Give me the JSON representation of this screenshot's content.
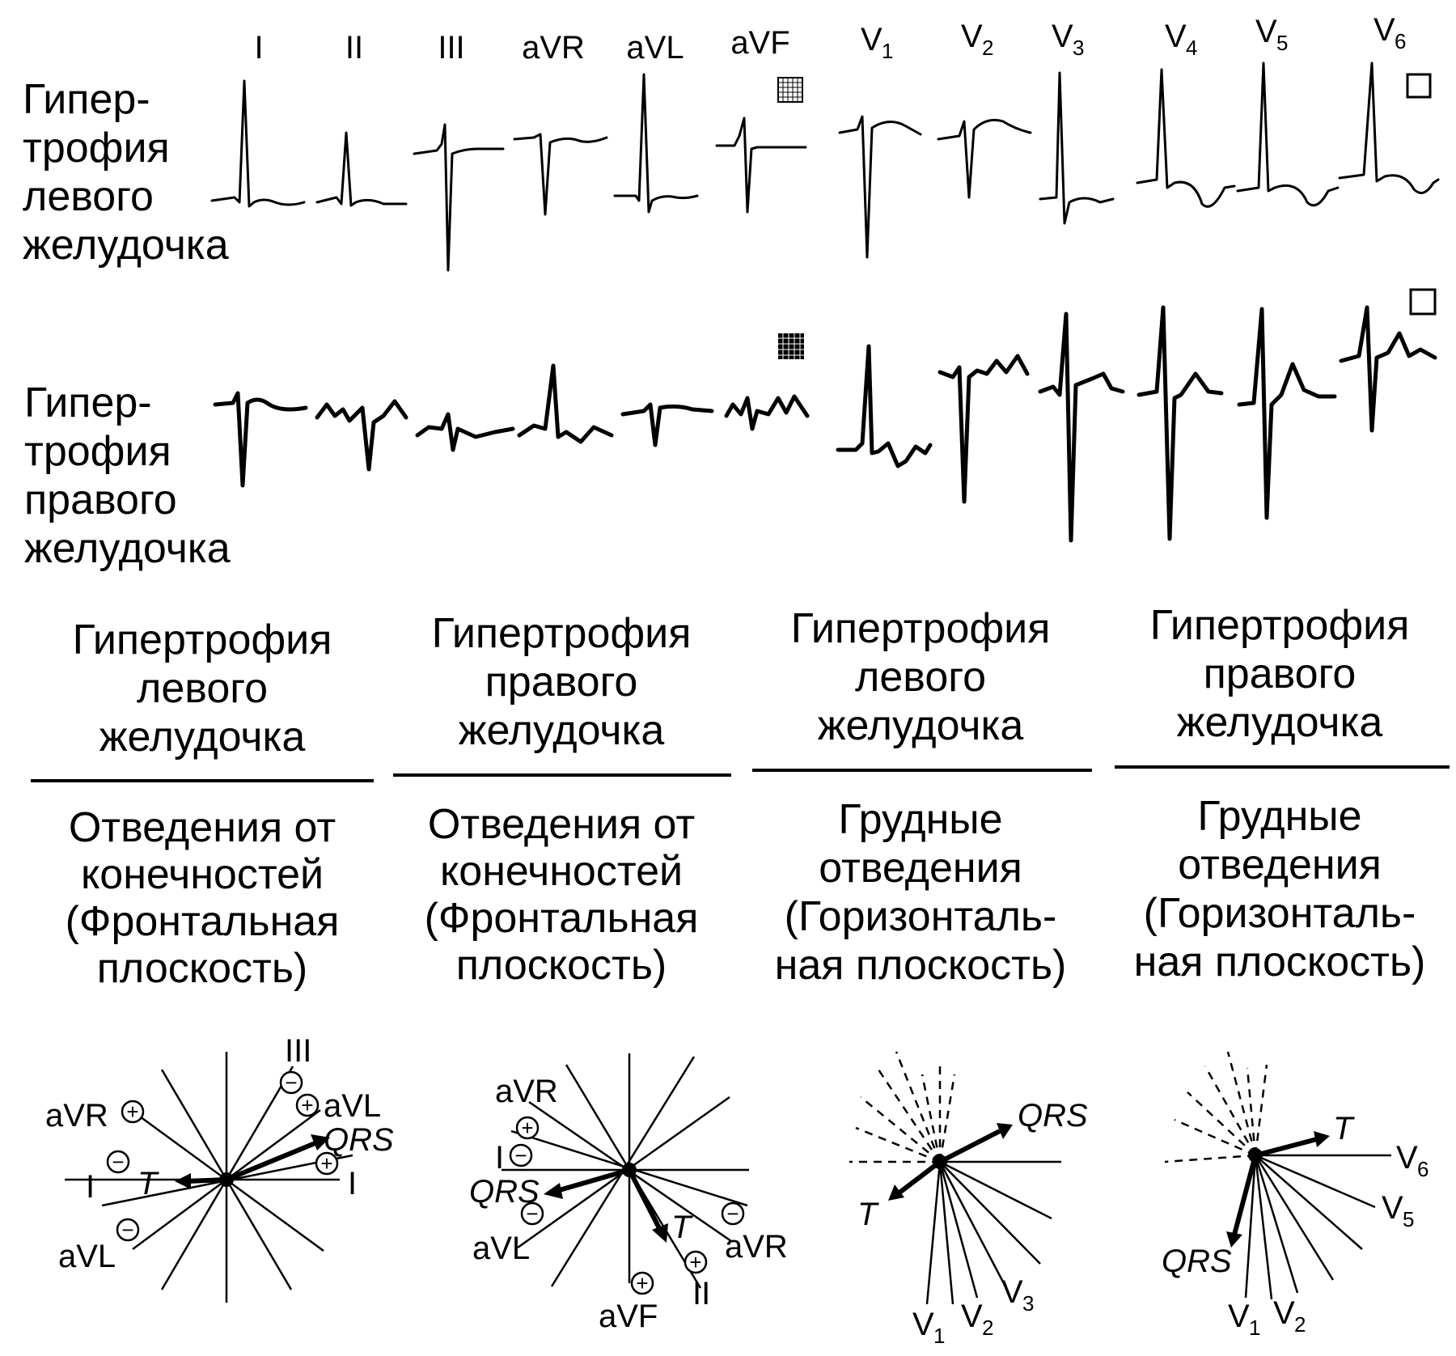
{
  "lead_labels": {
    "limb": [
      "I",
      "II",
      "III",
      "aVR",
      "aVL",
      "aVF"
    ],
    "chest_prefix": "V",
    "chest_sub": [
      "1",
      "2",
      "3",
      "4",
      "5",
      "6"
    ]
  },
  "row_labels": {
    "lvh": [
      "Гипер-",
      "трофия",
      "левого",
      "желудочка"
    ],
    "rvh": [
      "Гипер-",
      "трофия",
      "правого",
      "желудочка"
    ]
  },
  "columns": [
    {
      "title": [
        "Гипертрофия",
        "левого",
        "желудочка"
      ],
      "leads": [
        "Отведения  от",
        "конечностей",
        "(Фронтальная",
        "плоскость)"
      ]
    },
    {
      "title": [
        "Гипертрофия",
        "правого",
        "желудочка"
      ],
      "leads": [
        "Отведения от",
        "конечностей",
        "(Фронтальная",
        "плоскость)"
      ]
    },
    {
      "title": [
        "Гипертрофия",
        "левого",
        "желудочка"
      ],
      "leads": [
        "Грудные",
        "отведения",
        "(Горизонталь-",
        "ная  плоскость)"
      ]
    },
    {
      "title": [
        "Гипертрофия",
        "правого",
        "желудочка"
      ],
      "leads": [
        "Грудные",
        "отведения",
        "(Горизонталь-",
        "ная плоскость)"
      ]
    }
  ],
  "diagrams": {
    "d1": {
      "III": "III",
      "aVR": "aVR",
      "aVL_top": "aVL",
      "QRS": "QRS",
      "I_left": "I",
      "T": "T",
      "I_right": "I",
      "aVL_bottom": "aVL"
    },
    "d2": {
      "aVR_top": "aVR",
      "I": "I",
      "QRS": "QRS",
      "aVL": "aVL",
      "T": "T",
      "aVR_right": "aVR",
      "aVF": "aVF",
      "II": "II"
    },
    "d3": {
      "QRS": "QRS",
      "T": "T",
      "V": "V",
      "sub1": "1",
      "sub2": "2",
      "sub3": "3"
    },
    "d4": {
      "T": "T",
      "QRS": "QRS",
      "V": "V",
      "sub6": "6",
      "sub5": "5",
      "sub1": "1",
      "sub2": "2"
    }
  },
  "signs": {
    "plus": "+",
    "minus": "−"
  }
}
